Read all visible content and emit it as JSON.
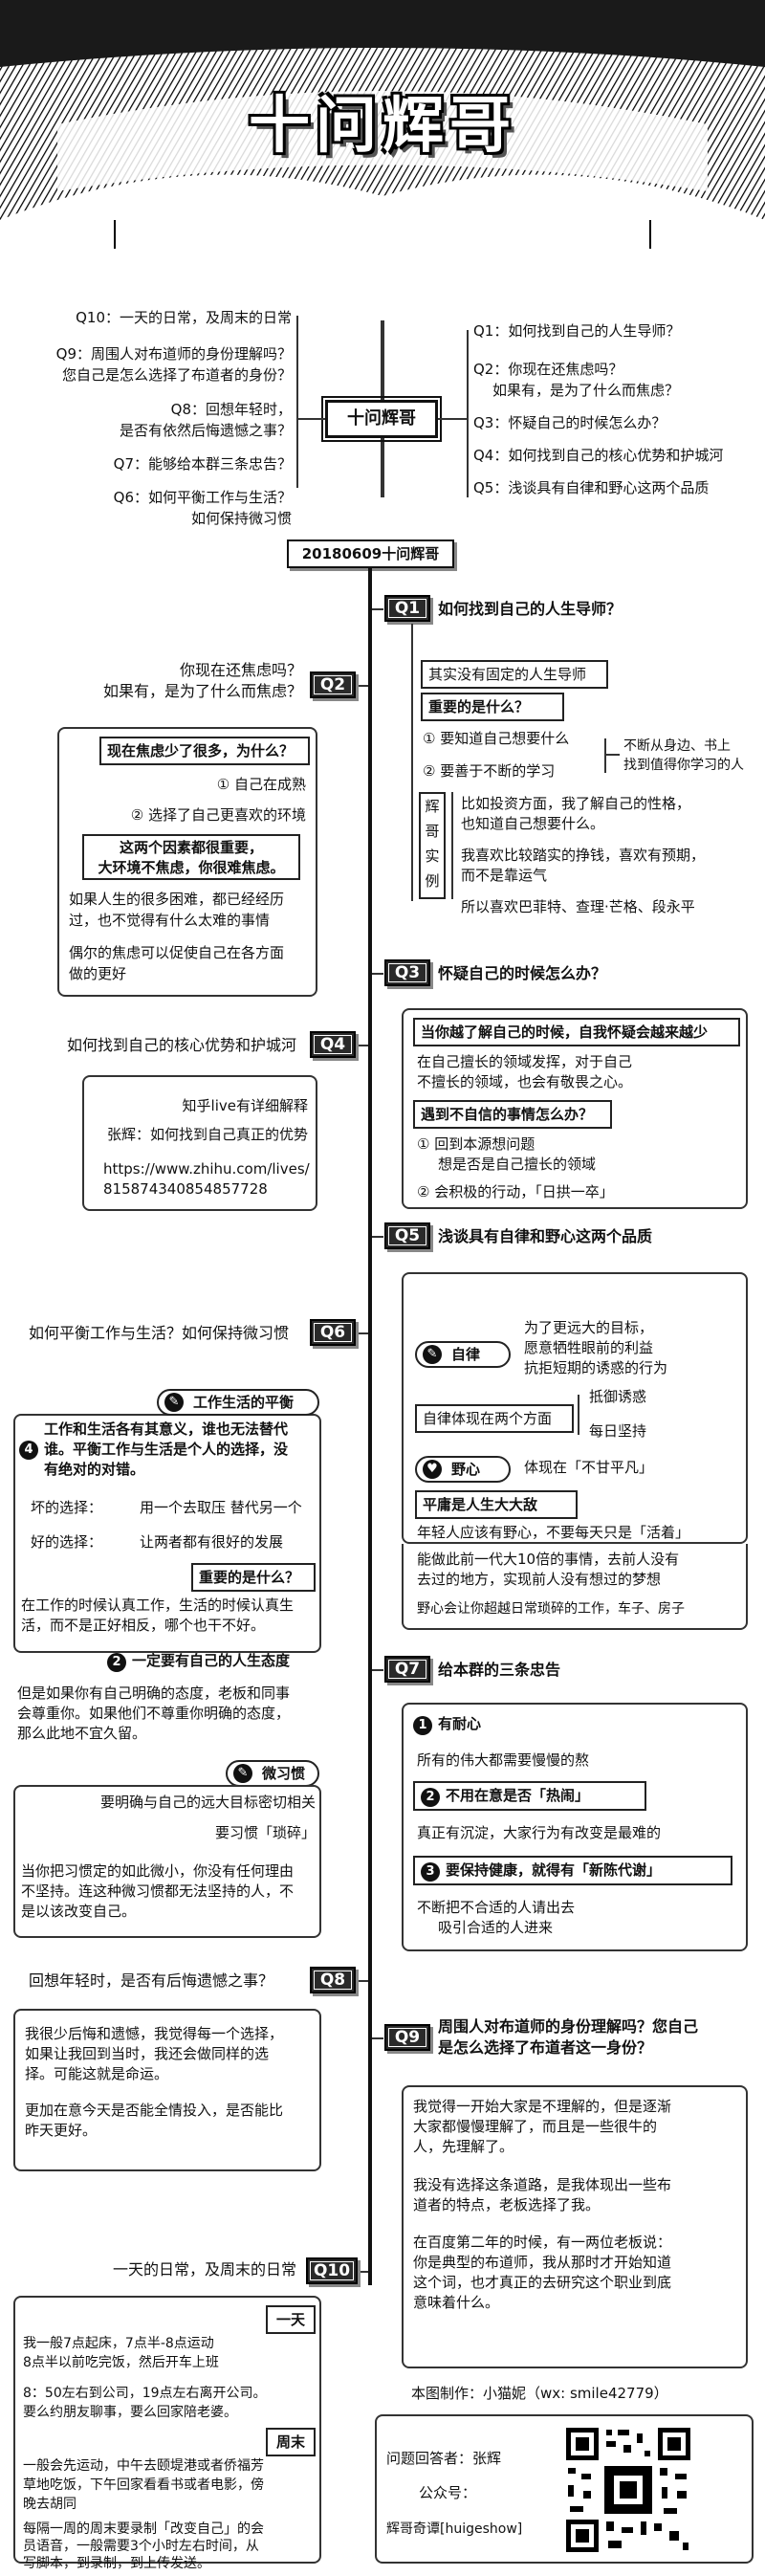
{
  "title": "十问辉哥",
  "overview": {
    "center": "十问辉哥",
    "left": [
      "Q10：一天的日常，及周末的日常",
      "Q9：周围人对布道师的身份理解吗？",
      "您自己是怎么选择了布道者的身份？",
      "Q8：回想年轻时，",
      "是否有依然后悔遗憾之事？",
      "Q7：能够给本群三条忠告？",
      "Q6：如何平衡工作与生活？",
      "如何保持微习惯"
    ],
    "right": [
      "Q1：如何找到自己的人生导师？",
      "Q2：你现在还焦虑吗？",
      "如果有，是为了什么而焦虑？",
      "Q3：怀疑自己的时候怎么办？",
      "Q4：如何找到自己的核心优势和护城河",
      "Q5：浅谈具有自律和野心这两个品质"
    ]
  },
  "date_tag": "20180609十问辉哥",
  "q1": {
    "tag": "Q1",
    "title": "如何找到自己的人生导师？",
    "items": [
      "其实没有固定的人生导师",
      "重要的是什么？",
      "① 要知道自己想要什么",
      "② 要善于不断的学习",
      "不断从身边、书上",
      "找到值得你学习的人",
      "辉",
      "哥",
      "实",
      "例",
      "比如投资方面，我了解自己的性格，",
      "也知道自己想要什么。",
      "我喜欢比较踏实的挣钱，喜欢有预期，",
      "而不是靠运气",
      "所以喜欢巴菲特、查理·芒格、段永平"
    ]
  },
  "q2": {
    "tag": "Q2",
    "title_1": "你现在还焦虑吗？",
    "title_2": "如果有，是为了什么而焦虑？",
    "items": [
      "现在焦虑少了很多，为什么？",
      "① 自己在成熟",
      "② 选择了自己更喜欢的环境",
      "这两个因素都很重要，",
      "大环境不焦虑，你很难焦虑。",
      "如果人生的很多困难，都已经经历",
      "过，也不觉得有什么太难的事情",
      "偶尔的焦虑可以促使自己在各方面",
      "做的更好"
    ]
  },
  "q3": {
    "tag": "Q3",
    "title": "怀疑自己的时候怎么办？",
    "items": [
      "当你越了解自己的时候，自我怀疑会越来越少",
      "在自己擅长的领域发挥，对于自己",
      "不擅长的领域，也会有敬畏之心。",
      "遇到不自信的事情怎么办？",
      "① 回到本源想问题",
      "想是否是自己擅长的领域",
      "② 会积极的行动，「日拱一卒」"
    ]
  },
  "q4": {
    "tag": "Q4",
    "title": "如何找到自己的核心优势和护城河",
    "items": [
      "知乎live有详细解释",
      "张辉：如何找到自己真正的优势",
      "https://www.zhihu.com/lives/",
      "815874340854857728"
    ]
  },
  "q5": {
    "tag": "Q5",
    "title": "浅谈具有自律和野心这两个品质",
    "items": [
      "自律",
      "为了更远大的目标，",
      "愿意牺牲眼前的利益",
      "抗拒短期的诱惑的行为",
      "自律体现在两个方面",
      "抵御诱惑",
      "每日坚持",
      "野心",
      "体现在「不甘平凡」",
      "平庸是人生大大敌",
      "年轻人应该有野心，不要每天只是「活着」",
      "能做此前一代大10倍的事情，去前人没有",
      "去过的地方，实现前人没有想过的梦想",
      "野心会让你超越日常琐碎的工作，车子、房子"
    ]
  },
  "q6": {
    "tag": "Q6",
    "title": "如何平衡工作与生活？如何保持微习惯",
    "items": [
      "工作生活的平衡",
      "工作和生活各有其意义，谁也无法替代",
      "谁。平衡工作与生活是个人的选择，没",
      "有绝对的对错。",
      "坏的选择：",
      "用一个去取压 替代另一个",
      "好的选择：",
      "让两者都有很好的发展",
      "重要的是什么？",
      "在工作的时候认真工作，生活的时候认真生",
      "活，而不是正好相反，哪个也干不好。",
      "一定要有自己的人生态度",
      "但是如果你有自己明确的态度，老板和同事",
      "会尊重你。如果他们不尊重你明确的态度，",
      "那么此地不宜久留。",
      "微习惯",
      "要明确与自己的远大目标密切相关",
      "要习惯「琐碎」",
      "当你把习惯定的如此微小，你没有任何理由",
      "不坚持。连这种微习惯都无法坚持的人，不",
      "是以该改变自己。"
    ]
  },
  "q7": {
    "tag": "Q7",
    "title": "给本群的三条忠告",
    "items": [
      "有耐心",
      "所有的伟大都需要慢慢的熬",
      "不用在意是否「热闹」",
      "真正有沉淀，大家行为有改变是最难的",
      "要保持健康，就得有「新陈代谢」",
      "不断把不合适的人请出去",
      "吸引合适的人进来"
    ]
  },
  "q8": {
    "tag": "Q8",
    "title": "回想年轻时，是否有后悔遗憾之事？",
    "items": [
      "我很少后悔和遗憾，我觉得每一个选择，",
      "如果让我回到当时，我还会做同样的选",
      "择。可能这就是命运。",
      "更加在意今天是否能全情投入，是否能比",
      "昨天更好。"
    ]
  },
  "q9": {
    "tag": "Q9",
    "title_1": "周围人对布道师的身份理解吗？您自己",
    "title_2": "是怎么选择了布道者这一身份？",
    "items": [
      "我觉得一开始大家是不理解的，但是逐渐",
      "大家都慢慢理解了，而且是一些很牛的",
      "人，先理解了。",
      "我没有选择这条道路，是我体现出一些布",
      "道者的特点，老板选择了我。",
      "在百度第二年的时候，有一两位老板说：",
      "你是典型的布道师，我从那时才开始知道",
      "这个词，也才真正的去研究这个职业到底",
      "意味着什么。"
    ]
  },
  "q10": {
    "tag": "Q10",
    "title": "一天的日常，及周末的日常",
    "day_label": "一天",
    "day": [
      "我一般7点起床，7点半-8点运动",
      "8点半以前吃完饭，然后开车上班",
      "8：50左右到公司，19点左右离开公司。",
      "要么约朋友聊事，要么回家陪老婆。"
    ],
    "weekend_label": "周末",
    "weekend": [
      "一般会先运动，中午去颐堤港或者侨福芳",
      "草地吃饭，下午回家看看书或者电影，傍",
      "晚去胡同",
      "每隔一周的周末要录制「改变自己」的会",
      "员语音，一般需要3个小时左右时间，从",
      "写脚本，到录制，到上传发送。"
    ]
  },
  "credits": {
    "author": "本图制作：小猫妮（wx: smile42779）",
    "answerer": "问题回答者：张辉",
    "account_label": "公众号：",
    "account": "辉哥奇谭[huigeshow]"
  },
  "colors": {
    "ink": "#111111",
    "tag_bg": "#2a2a2a",
    "banner": "#1a1a1a"
  }
}
